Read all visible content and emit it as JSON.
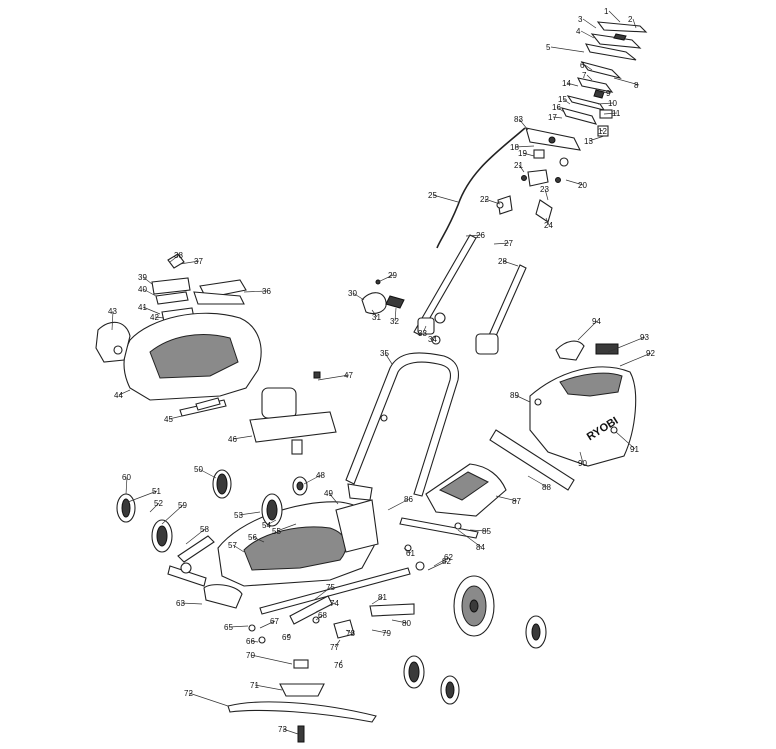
{
  "brand_logo": "RYOBI",
  "callouts": [
    {
      "n": "1"
    },
    {
      "n": "2"
    },
    {
      "n": "3"
    },
    {
      "n": "4"
    },
    {
      "n": "5"
    },
    {
      "n": "6"
    },
    {
      "n": "7"
    },
    {
      "n": "8"
    },
    {
      "n": "9"
    },
    {
      "n": "10"
    },
    {
      "n": "11"
    },
    {
      "n": "12"
    },
    {
      "n": "13"
    },
    {
      "n": "14"
    },
    {
      "n": "15"
    },
    {
      "n": "16"
    },
    {
      "n": "17"
    },
    {
      "n": "18"
    },
    {
      "n": "19"
    },
    {
      "n": "20"
    },
    {
      "n": "21"
    },
    {
      "n": "22"
    },
    {
      "n": "23"
    },
    {
      "n": "24"
    },
    {
      "n": "25"
    },
    {
      "n": "26"
    },
    {
      "n": "27"
    },
    {
      "n": "28"
    },
    {
      "n": "29"
    },
    {
      "n": "30"
    },
    {
      "n": "31"
    },
    {
      "n": "32"
    },
    {
      "n": "33"
    },
    {
      "n": "34"
    },
    {
      "n": "35"
    },
    {
      "n": "36"
    },
    {
      "n": "37"
    },
    {
      "n": "38"
    },
    {
      "n": "39"
    },
    {
      "n": "40"
    },
    {
      "n": "41"
    },
    {
      "n": "42"
    },
    {
      "n": "43"
    },
    {
      "n": "44"
    },
    {
      "n": "45"
    },
    {
      "n": "46"
    },
    {
      "n": "47"
    },
    {
      "n": "48"
    },
    {
      "n": "49"
    },
    {
      "n": "50"
    },
    {
      "n": "51"
    },
    {
      "n": "52"
    },
    {
      "n": "53"
    },
    {
      "n": "54"
    },
    {
      "n": "55"
    },
    {
      "n": "56"
    },
    {
      "n": "57"
    },
    {
      "n": "58"
    },
    {
      "n": "59"
    },
    {
      "n": "60"
    },
    {
      "n": "61"
    },
    {
      "n": "62"
    },
    {
      "n": "63"
    },
    {
      "n": "65"
    },
    {
      "n": "66"
    },
    {
      "n": "67"
    },
    {
      "n": "68"
    },
    {
      "n": "69"
    },
    {
      "n": "70"
    },
    {
      "n": "71"
    },
    {
      "n": "72"
    },
    {
      "n": "73"
    },
    {
      "n": "74"
    },
    {
      "n": "75"
    },
    {
      "n": "76"
    },
    {
      "n": "77"
    },
    {
      "n": "78"
    },
    {
      "n": "79"
    },
    {
      "n": "80"
    },
    {
      "n": "81"
    },
    {
      "n": "82"
    },
    {
      "n": "83"
    },
    {
      "n": "84"
    },
    {
      "n": "85"
    },
    {
      "n": "86"
    },
    {
      "n": "87"
    },
    {
      "n": "88"
    },
    {
      "n": "89"
    },
    {
      "n": "90"
    },
    {
      "n": "91"
    },
    {
      "n": "92"
    },
    {
      "n": "93"
    },
    {
      "n": "94"
    }
  ]
}
